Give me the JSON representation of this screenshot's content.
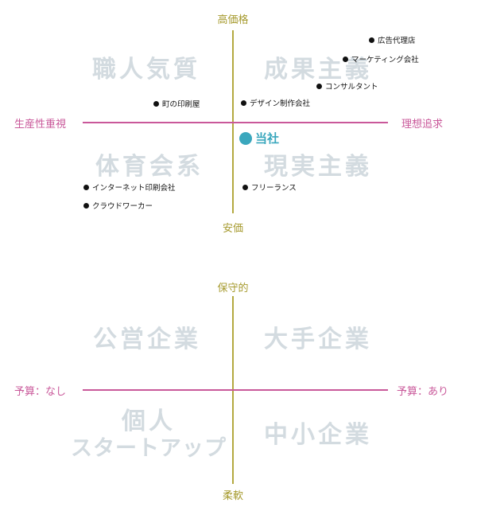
{
  "map1": {
    "axis_top": "高価格",
    "axis_bottom": "安価",
    "axis_left": "生産性重視",
    "axis_right": "理想追求",
    "quadrants": [
      "職人気質",
      "成果主義",
      "体育会系",
      "現実主義"
    ],
    "points": [
      "広告代理店",
      "マーケティング会社",
      "コンサルタント",
      "デザイン制作会社",
      "町の印刷屋",
      "インターネット印刷会社",
      "クラウドワーカー",
      "フリーランス"
    ],
    "self_label": "当社"
  },
  "map2": {
    "axis_top": "保守的",
    "axis_bottom": "柔軟",
    "axis_left": "予算：なし",
    "axis_right": "予算：あり",
    "quadrants": [
      "公営企業",
      "大手企業",
      "個人",
      "スタートアップ",
      "中小企業"
    ]
  }
}
